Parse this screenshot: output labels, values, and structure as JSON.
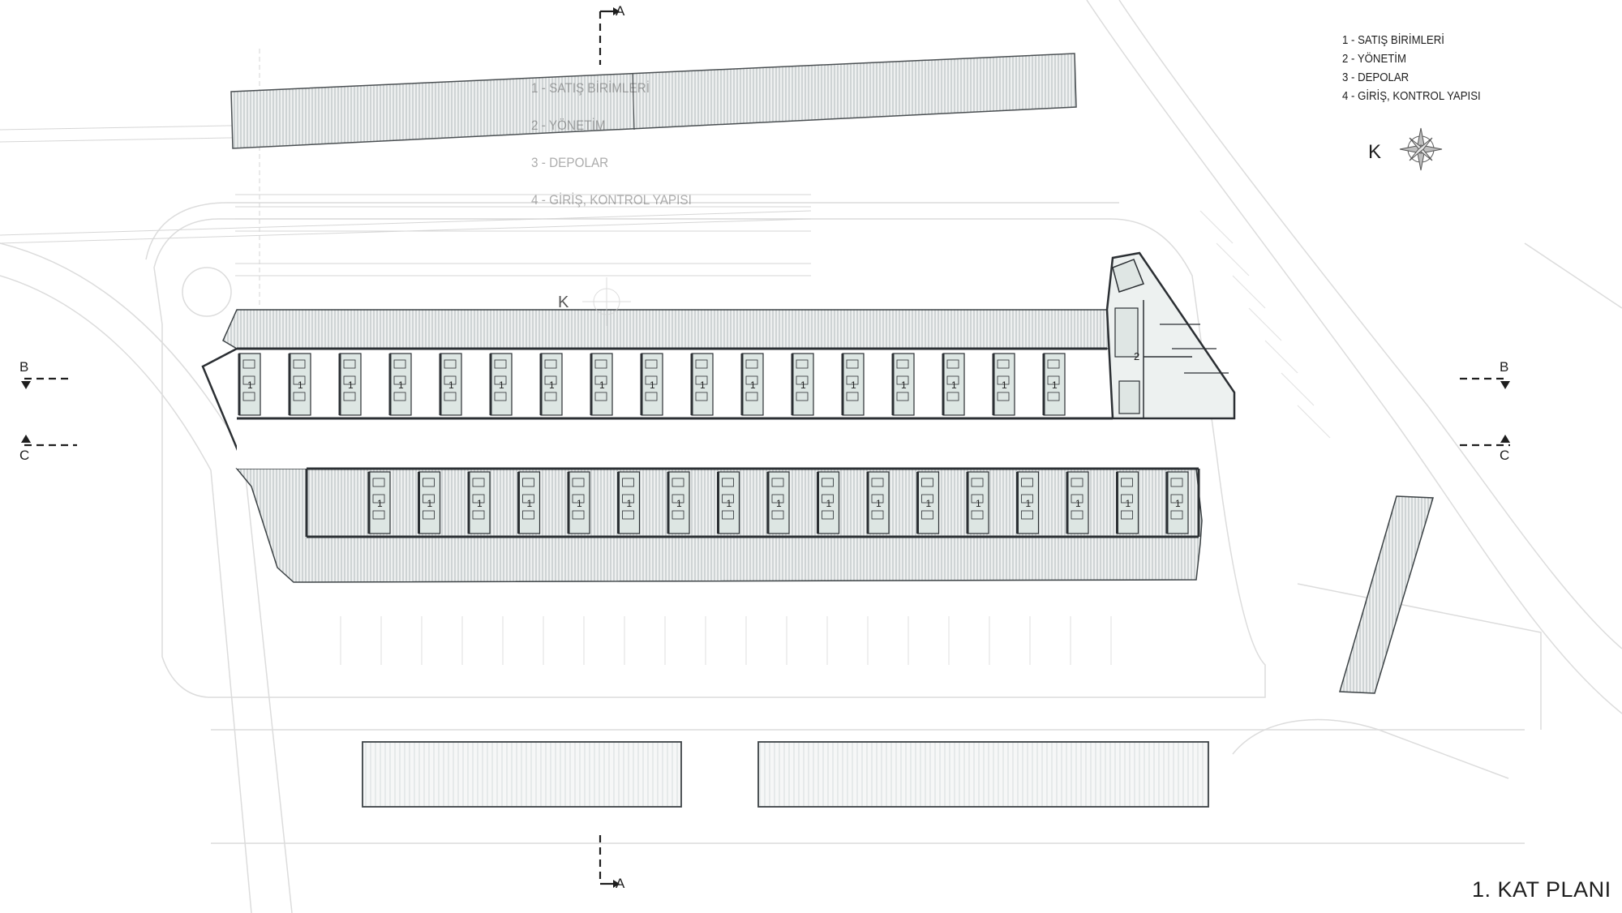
{
  "legend": {
    "items": [
      "1 - SATIŞ BİRİMLERİ",
      "2 - YÖNETİM",
      "3 - DEPOLAR",
      "4 - GİRİŞ, KONTROL YAPISI"
    ]
  },
  "north_label": "K",
  "section_marks": {
    "a": "A",
    "b": "B",
    "c": "C"
  },
  "unit_labels": {
    "sales": "1",
    "admin": "2"
  },
  "plan_title": "1. KAT PLANI",
  "colors": {
    "line": "#2b2f33",
    "hatch": "#b9c0c2",
    "room_fill": "#dde6e3",
    "site_line": "#d9d9d9"
  }
}
